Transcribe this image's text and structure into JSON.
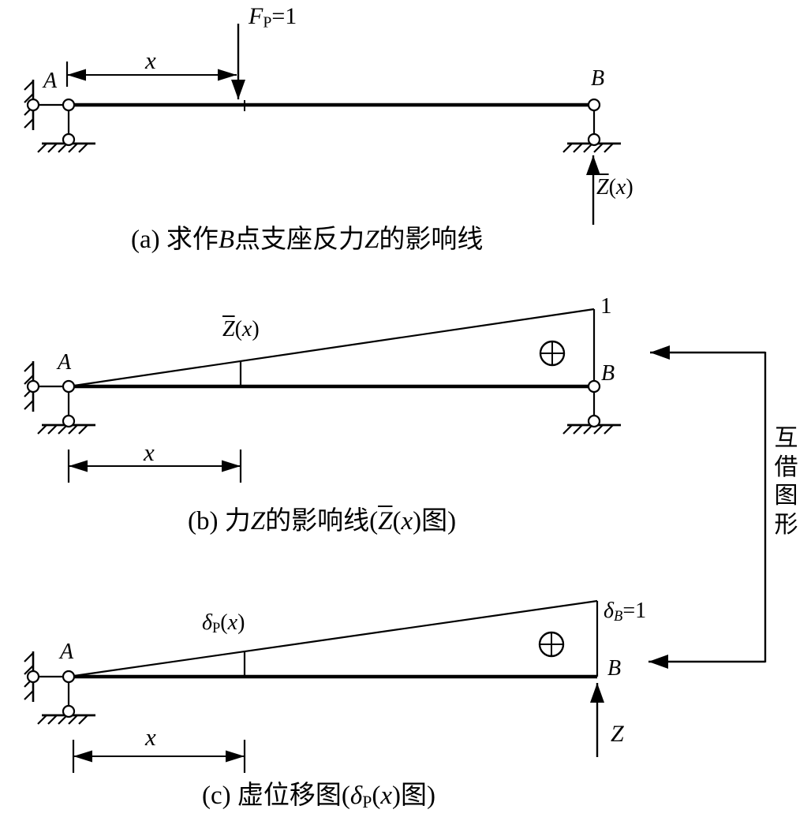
{
  "parts": {
    "a": {
      "caption": [
        "(a) 求作",
        "B",
        "点支座反力",
        "Z",
        "的影响线"
      ],
      "node_a": "A",
      "node_b": "B",
      "dim_x": "x",
      "load": {
        "sym": "F",
        "sub": "P",
        "eq": "=1"
      },
      "reaction": {
        "sym": "Z",
        "open": "(",
        "var": "x",
        "close": ")"
      }
    },
    "b": {
      "caption": [
        "(b) 力",
        "Z",
        "的影响线(",
        "Z",
        "(",
        "x",
        ")图)"
      ],
      "node_a": "A",
      "node_b": "B",
      "dim_x": "x",
      "ordinate": {
        "sym": "Z",
        "open": "(",
        "var": "x",
        "close": ")"
      },
      "peak": "1"
    },
    "c": {
      "caption": [
        "(c) 虚位移图(",
        "δ",
        "P",
        "(",
        "x",
        ")图)"
      ],
      "node_a": "A",
      "node_b": "B",
      "dim_x": "x",
      "ordinate": {
        "sym": "δ",
        "sub": "P",
        "open": "(",
        "var": "x",
        "close": ")"
      },
      "peak": {
        "sym": "δ",
        "sub": "B",
        "eq": "=1"
      },
      "force": "Z"
    },
    "connector": {
      "label": "互借图形"
    }
  },
  "icons": {
    "positive_region": "plus-circle-icon"
  }
}
